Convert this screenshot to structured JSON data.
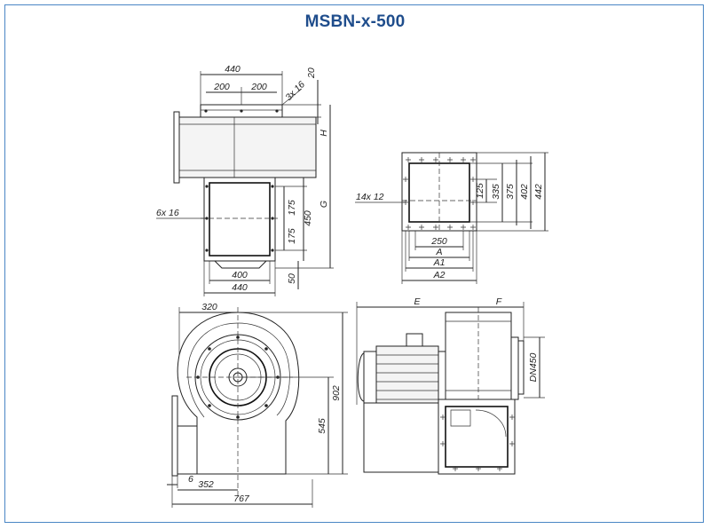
{
  "title": "MSBN-x-500",
  "colors": {
    "title": "#1f4d8c",
    "border": "#4a86c5",
    "lines": "#222222"
  },
  "views": {
    "top": {
      "d440_top": "440",
      "d200_left": "200",
      "d200_right": "200",
      "d20": "20",
      "d3x16": "3x 16",
      "dH": "H",
      "dG": "G",
      "d6x16": "6x 16",
      "d175_a": "175",
      "d175_b": "175",
      "d450": "450",
      "d50": "50",
      "d400": "400",
      "d440_bottom": "440"
    },
    "flange": {
      "d14x12": "14x 12",
      "d125": "125",
      "d335": "335",
      "d375": "375",
      "d402": "402",
      "d442": "442",
      "d250": "250",
      "dA": "A",
      "dA1": "A1",
      "dA2": "A2"
    },
    "side": {
      "d320": "320",
      "d902": "902",
      "d545": "545",
      "d6": "6",
      "d352": "352",
      "d767": "767"
    },
    "front": {
      "dE": "E",
      "dF": "F",
      "dDN450": "DN450"
    }
  }
}
